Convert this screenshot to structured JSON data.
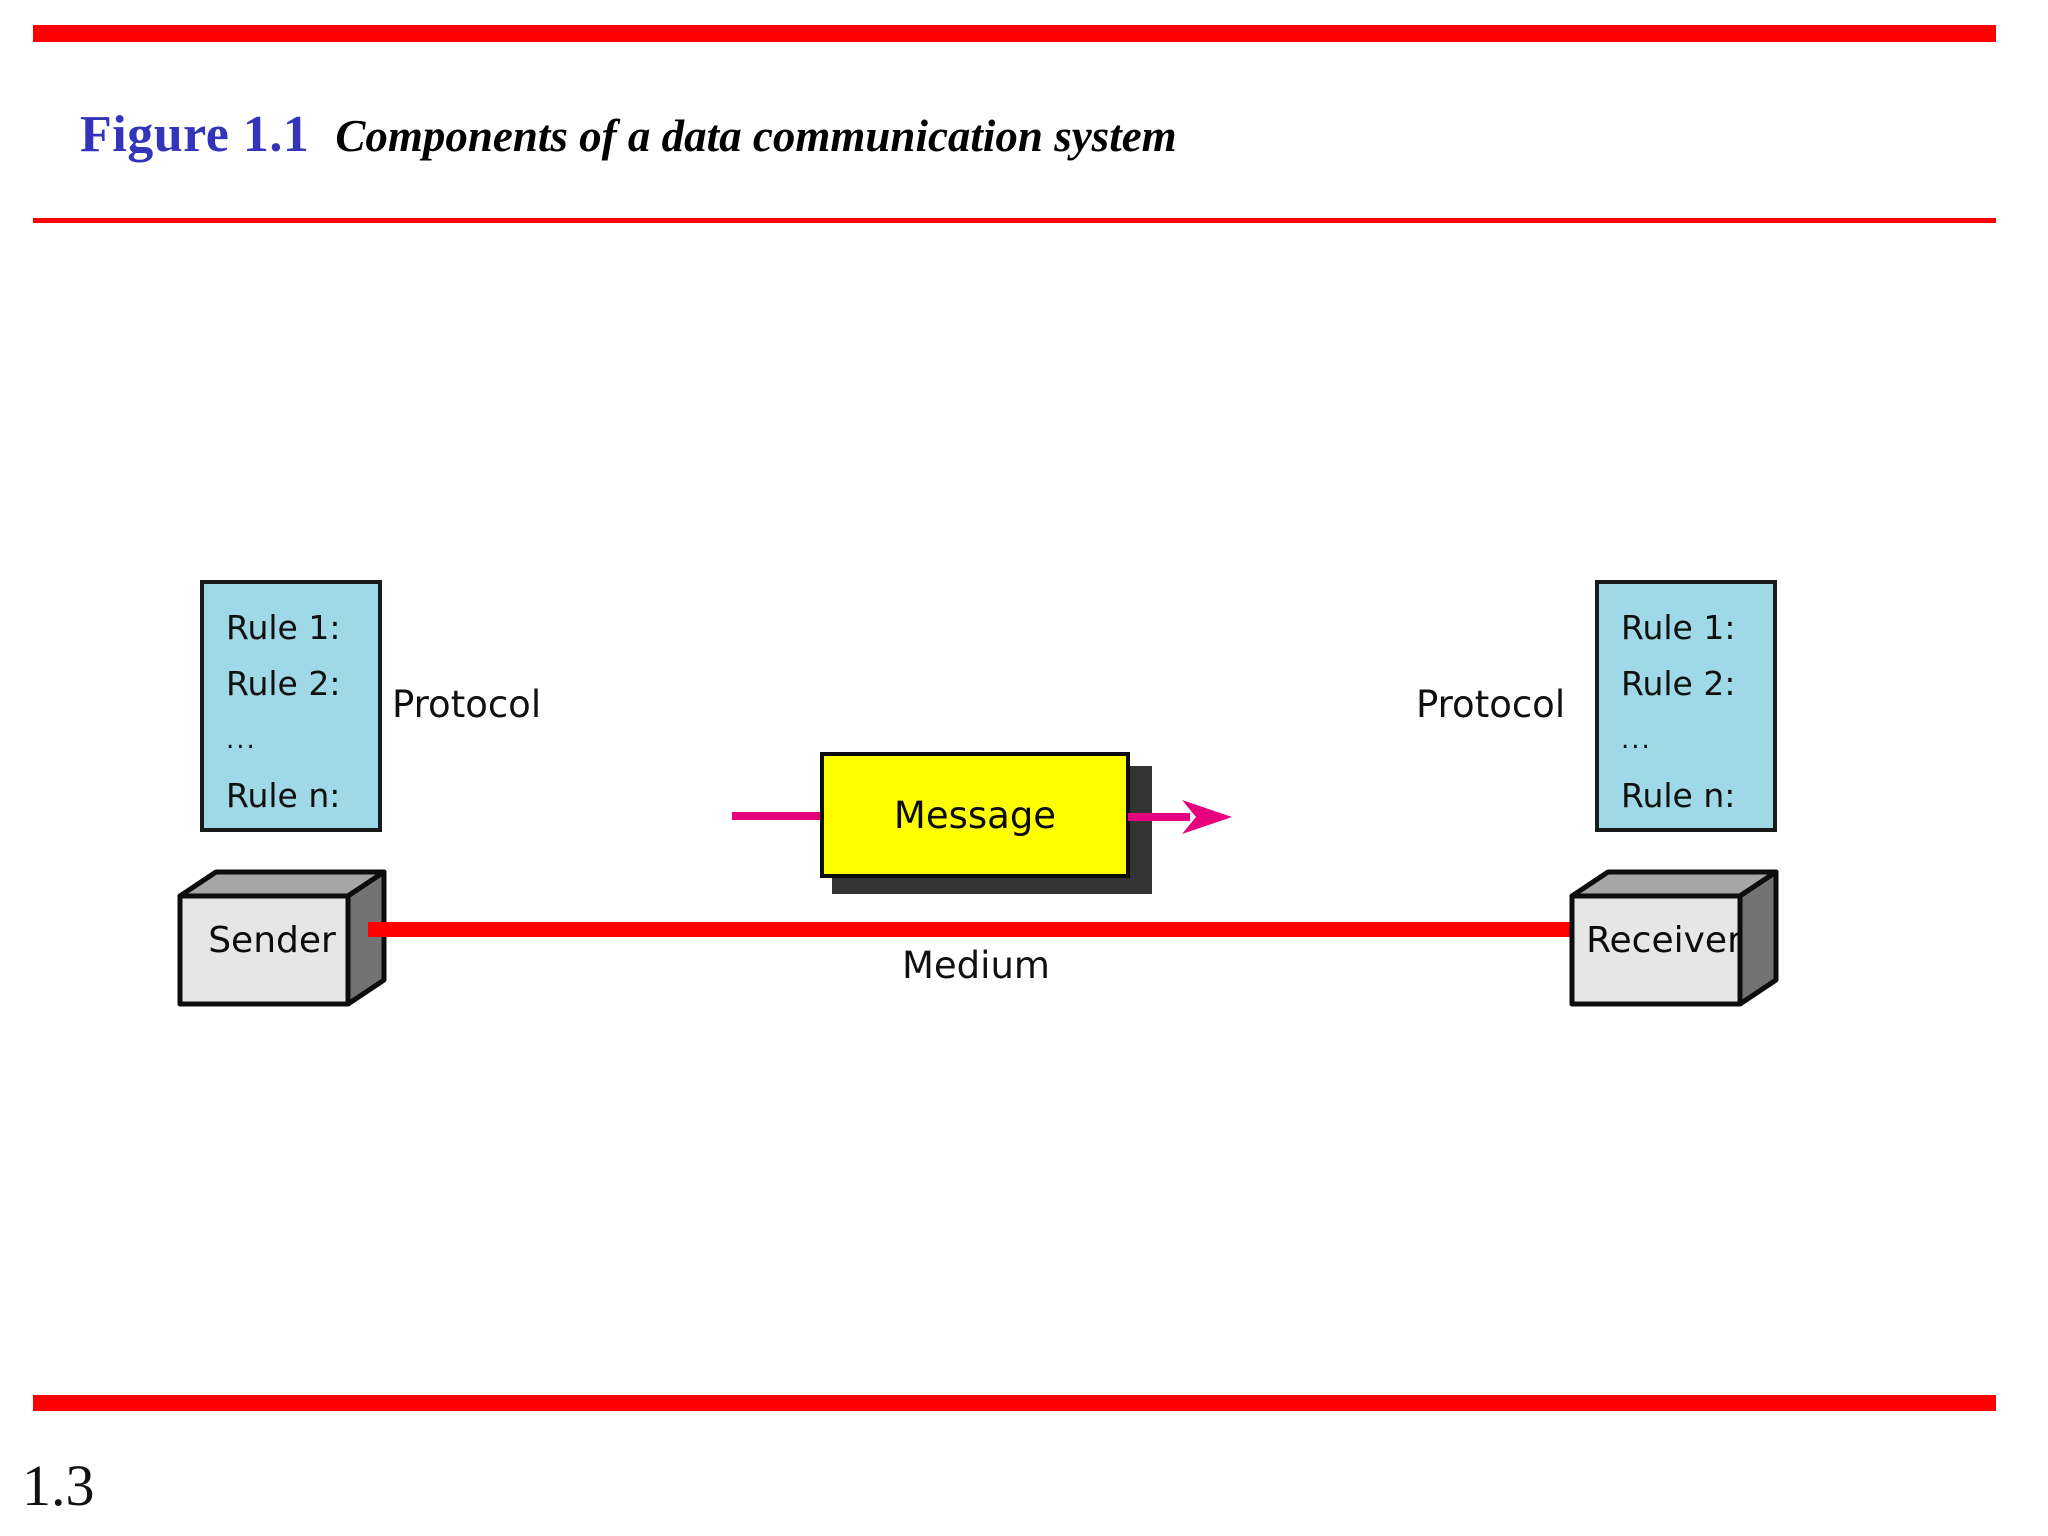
{
  "slide": {
    "figure_label": "Figure 1.1",
    "figure_caption": "Components of a data communication system",
    "page_number": "1.3",
    "accent_color": "#FF0000",
    "title_color": "#3333BB"
  },
  "diagram": {
    "type": "block-diagram",
    "rule_box_left": {
      "lines": [
        "Rule 1:",
        "Rule 2:",
        "...",
        "Rule n:"
      ],
      "fill_color": "#9FD8E6",
      "border_color": "#1A1A1A"
    },
    "rule_box_right": {
      "lines": [
        "Rule 1:",
        "Rule 2:",
        "...",
        "Rule n:"
      ],
      "fill_color": "#9FD8E6",
      "border_color": "#1A1A1A"
    },
    "protocol_label_left": "Protocol",
    "protocol_label_right": "Protocol",
    "sender": {
      "label": "Sender",
      "face_color": "#E6E6E6",
      "top_color": "#A6A6A6",
      "side_color": "#737373"
    },
    "receiver": {
      "label": "Receiver",
      "face_color": "#E6E6E6",
      "top_color": "#A6A6A6",
      "side_color": "#737373"
    },
    "message": {
      "label": "Message",
      "fill_color": "#FFFF00",
      "border_color": "#0D0D0D",
      "shadow_color": "#333333"
    },
    "medium": {
      "label": "Medium",
      "line_color": "#FF0000"
    },
    "flow_arrow": {
      "direction": "left-to-right",
      "color": "#E6007E"
    }
  }
}
